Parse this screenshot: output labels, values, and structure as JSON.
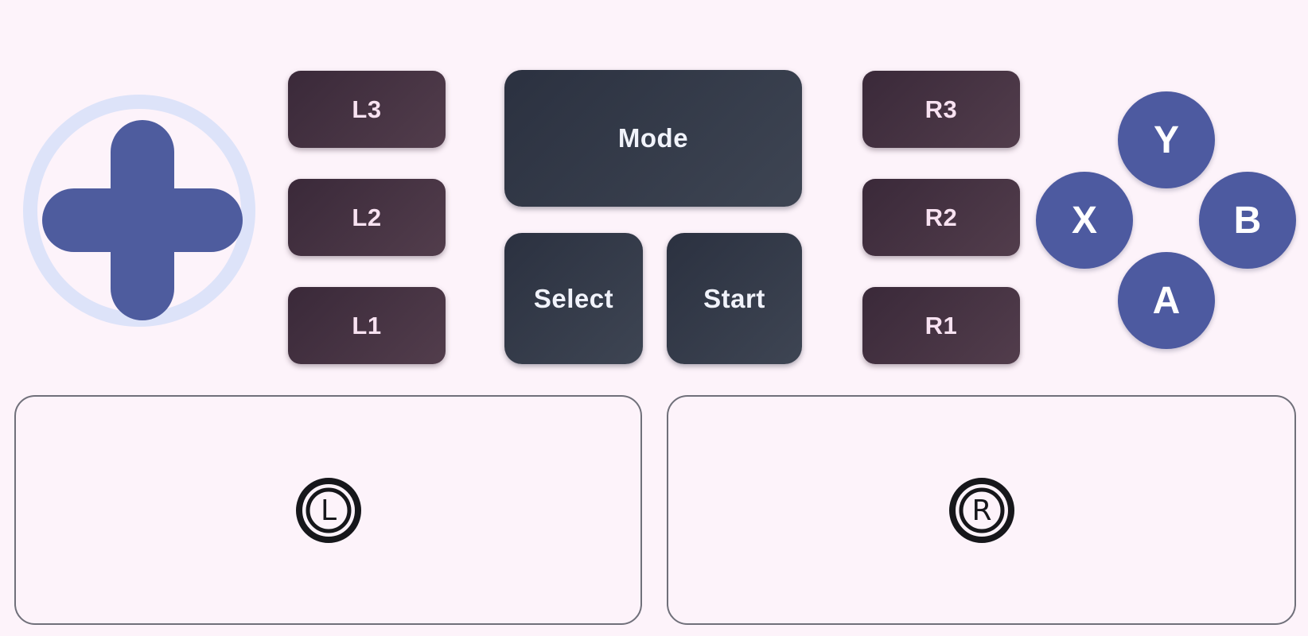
{
  "colors": {
    "bg": "#fdf3fa",
    "plum-dark": "#3a2939",
    "plum-light": "#523d4c",
    "plum-text": "#f8e2f1",
    "slate-dark": "#2b3140",
    "slate-light": "#3e4553",
    "slate-text": "#f1f3fb",
    "face-blue": "#4d5aa0",
    "face-text": "#ffffff",
    "dpad-ring": "#dde3f9",
    "dpad-cross": "#4e5c9e",
    "zone-border": "#70707a",
    "icon-ink": "#17171b"
  },
  "shoulder_left": {
    "buttons": [
      {
        "label": "L3"
      },
      {
        "label": "L2"
      },
      {
        "label": "L1"
      }
    ]
  },
  "center": {
    "mode_label": "Mode",
    "select_label": "Select",
    "start_label": "Start"
  },
  "shoulder_right": {
    "buttons": [
      {
        "label": "R3"
      },
      {
        "label": "R2"
      },
      {
        "label": "R1"
      }
    ]
  },
  "face_buttons": {
    "top": {
      "label": "Y"
    },
    "left": {
      "label": "X"
    },
    "right": {
      "label": "B"
    },
    "bottom": {
      "label": "A"
    }
  },
  "stick_zones": {
    "left": {
      "icon_letter": "L"
    },
    "right": {
      "icon_letter": "R"
    }
  }
}
